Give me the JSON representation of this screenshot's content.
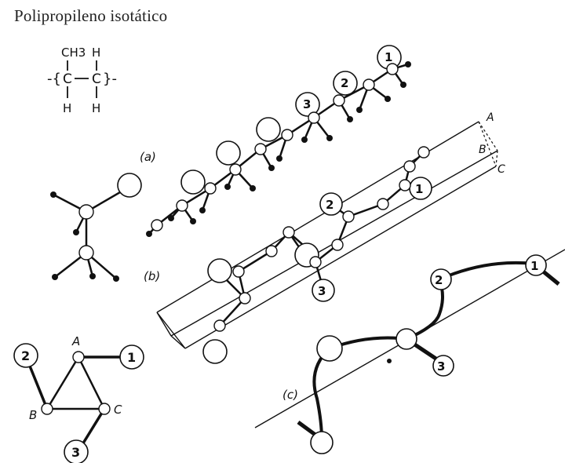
{
  "title": "Polipropileno isotático",
  "formula": {
    "top_group": "CH3",
    "h_top_right": "H",
    "h_bottom_left": "H",
    "h_bottom_right": "H",
    "carbon_left": "C",
    "carbon_right": "C"
  },
  "labels": {
    "a": "(a)",
    "b": "(b)",
    "c": "(c)",
    "A_prism": "A",
    "B_prism": "B",
    "C_prism": "C",
    "A_triangle": "A",
    "B_triangle": "B",
    "C_triangle": "C"
  },
  "numbers": {
    "a1": "1",
    "a2": "2",
    "a3": "3",
    "b1": "1",
    "b2": "2",
    "b3": "3",
    "c1": "1",
    "c2": "2",
    "c3": "3",
    "t1": "1",
    "t2": "2",
    "t3": "3"
  }
}
